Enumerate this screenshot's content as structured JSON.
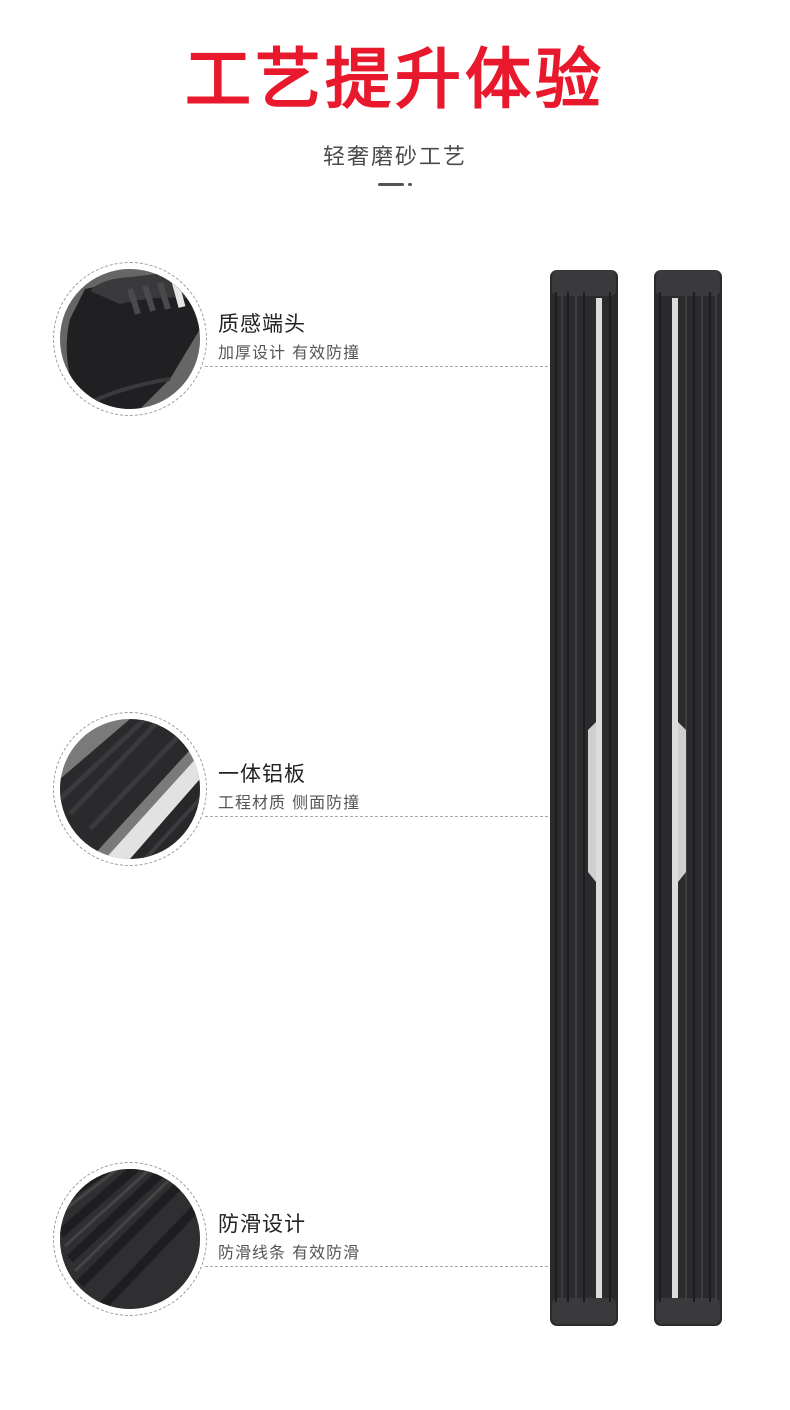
{
  "header": {
    "title": "工艺提升体验",
    "subtitle": "轻奢磨砂工艺"
  },
  "colors": {
    "title_red": "#e8192c",
    "subtitle_gray": "#4a4a4a",
    "feature_title": "#222222",
    "feature_desc": "#555555",
    "accent_line": "#555555"
  },
  "features": [
    {
      "title": "质感端头",
      "desc": "加厚设计 有效防撞",
      "icon": "end-cap-closeup"
    },
    {
      "title": "一体铝板",
      "desc": "工程材质 侧面防撞",
      "icon": "aluminum-plate-closeup"
    },
    {
      "title": "防滑设计",
      "desc": "防滑线条 有效防滑",
      "icon": "anti-slip-grooves-closeup"
    }
  ],
  "product": {
    "bar_count": 2,
    "bar_color": "#2b2b2d",
    "stripe_color": "#d9d9d9"
  }
}
